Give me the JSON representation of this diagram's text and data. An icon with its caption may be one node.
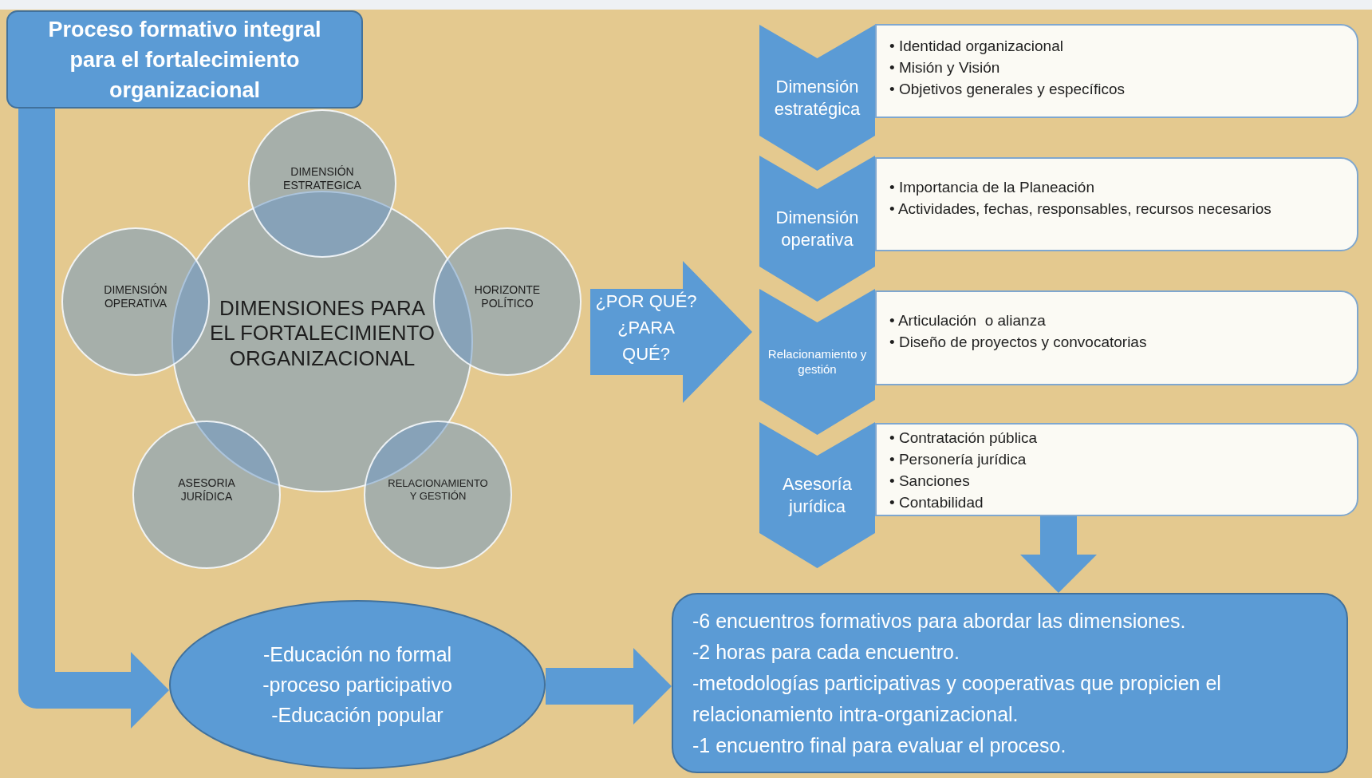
{
  "diagram": {
    "nodes": [
      {
        "text": [
          "Proceso formativo integral para el fortalecimiento organizacional"
        ]
      },
      {
        "text": [
          "DIMENSIONES PARA EL FORTALECIMIENTO ORGANIZACIONAL"
        ]
      },
      {
        "text": [
          "DIMENSIÓN ESTRATEGICA"
        ]
      },
      {
        "text": [
          "HORIZONTE POLÍTICO"
        ]
      },
      {
        "text": [
          "RELACIONAMIENTO Y GESTIÓN"
        ]
      },
      {
        "text": [
          "ASESORIA JURÍDICA"
        ]
      },
      {
        "text": [
          "DIMENSIÓN OPERATIVA"
        ]
      },
      {
        "text": [
          "¿POR QUÉ? ¿PARA QUÉ?"
        ]
      },
      {
        "text": [
          "Dimensión estratégica"
        ]
      },
      {
        "text": [
          "• Identidad organizacional",
          "• Misión y Visión",
          "• Objetivos generales y específicos"
        ]
      },
      {
        "text": [
          "Dimensión operativa"
        ]
      },
      {
        "text": [
          "• Importancia de la Planeación",
          "• Actividades, fechas, responsables, recursos necesarios"
        ]
      },
      {
        "text": [
          "Relacionamiento y gestión"
        ]
      },
      {
        "text": [
          "• Articulación  o alianza",
          "• Diseño de proyectos y convocatorias"
        ]
      },
      {
        "text": [
          "Asesoría jurídica"
        ]
      },
      {
        "text": [
          "• Contratación pública",
          "• Personería jurídica",
          "• Sanciones",
          "• Contabilidad"
        ]
      },
      {
        "text": [
          "-Educación no formal",
          "-proceso participativo",
          "-Educación popular"
        ]
      },
      {
        "text": [
          "-6 encuentros formativos para abordar las dimensiones.",
          "-2 horas para cada encuentro.",
          "-metodologías participativas y cooperativas que propicien el relacionamiento intra-organizacional.",
          "-1 encuentro final para evaluar el proceso."
        ]
      }
    ],
    "edges": [
      {
        "from": 0,
        "to": 16,
        "arrow": "to"
      },
      {
        "from": 15,
        "to": 17,
        "arrow": "to"
      },
      {
        "from": 16,
        "to": 17,
        "arrow": "to"
      }
    ]
  }
}
